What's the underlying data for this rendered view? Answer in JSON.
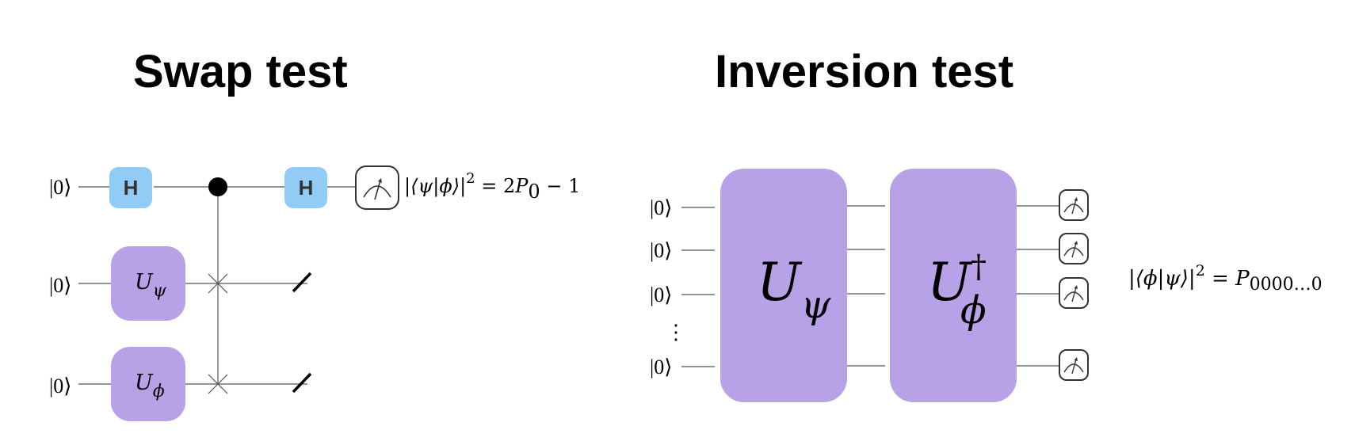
{
  "swap_test": {
    "title": "Swap test",
    "inputs": [
      "|0⟩",
      "|0⟩",
      "|0⟩"
    ],
    "h_gate_label": "H",
    "u_psi": {
      "base": "U",
      "sub": "ψ"
    },
    "u_phi": {
      "base": "U",
      "sub": "ϕ"
    },
    "result": {
      "lhs": "|⟨ψ|ϕ⟩|",
      "power": "2",
      "eq": " = 2",
      "p": "P",
      "p_sub": "0",
      "tail": " − 1"
    }
  },
  "inversion_test": {
    "title": "Inversion test",
    "inputs": [
      "|0⟩",
      "|0⟩",
      "|0⟩",
      "|0⟩"
    ],
    "vdots": "⋮",
    "u_psi": {
      "base": "U",
      "sub": "ψ"
    },
    "u_phi_dagger": {
      "base": "U",
      "sup": "†",
      "sub": "ϕ"
    },
    "result": {
      "lhs": "|⟨ϕ|ψ⟩|",
      "power": "2",
      "eq": " = ",
      "p": "P",
      "p_sub": "0000…0"
    }
  },
  "colors": {
    "h_gate": "#92CBF5",
    "unitary_gate": "#B7A2E8",
    "wire": "#555555",
    "text": "#000000"
  },
  "icons": [
    "measurement-meter-icon",
    "discard-slash-icon",
    "control-dot-icon",
    "swap-cross-icon"
  ]
}
